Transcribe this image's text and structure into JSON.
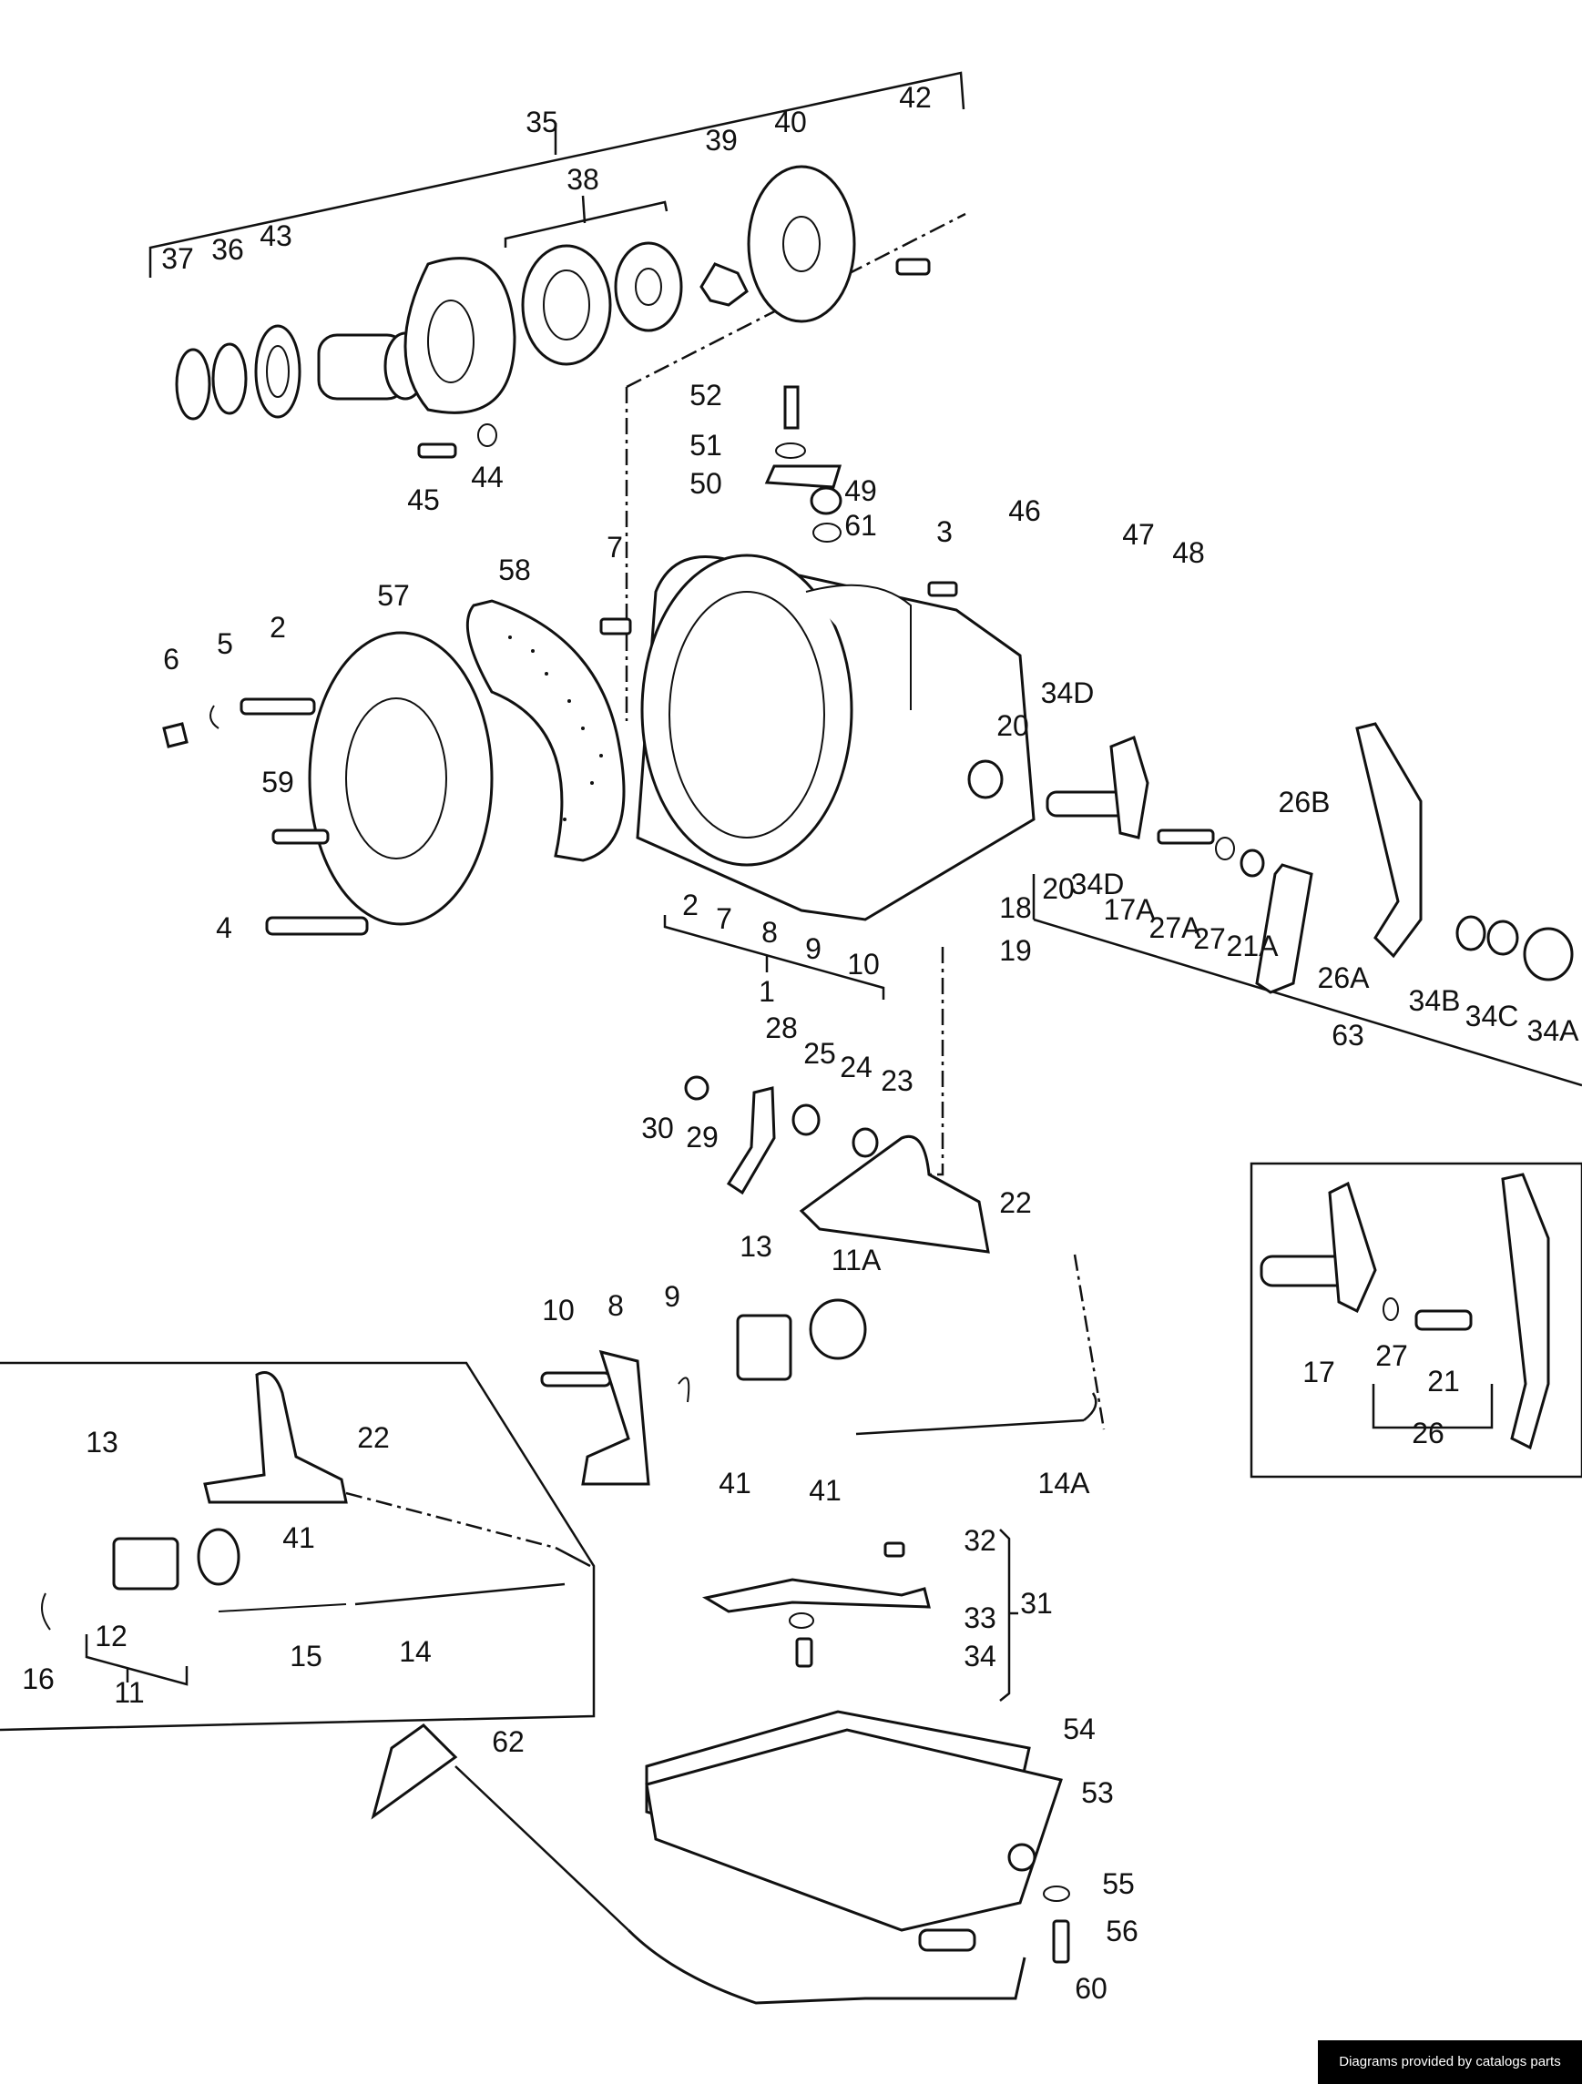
{
  "credit": "Diagrams provided by catalogs parts",
  "callouts": [
    {
      "id": "c35",
      "text": "35"
    },
    {
      "id": "c38",
      "text": "38"
    },
    {
      "id": "c39",
      "text": "39"
    },
    {
      "id": "c40",
      "text": "40"
    },
    {
      "id": "c42",
      "text": "42"
    },
    {
      "id": "c37",
      "text": "37"
    },
    {
      "id": "c36",
      "text": "36"
    },
    {
      "id": "c43",
      "text": "43"
    },
    {
      "id": "c44",
      "text": "44"
    },
    {
      "id": "c45",
      "text": "45"
    },
    {
      "id": "c52",
      "text": "52"
    },
    {
      "id": "c51",
      "text": "51"
    },
    {
      "id": "c50",
      "text": "50"
    },
    {
      "id": "c49",
      "text": "49"
    },
    {
      "id": "c61",
      "text": "61"
    },
    {
      "id": "c7a",
      "text": "7"
    },
    {
      "id": "c3",
      "text": "3"
    },
    {
      "id": "c46",
      "text": "46"
    },
    {
      "id": "c47",
      "text": "47"
    },
    {
      "id": "c48",
      "text": "48"
    },
    {
      "id": "c58",
      "text": "58"
    },
    {
      "id": "c57",
      "text": "57"
    },
    {
      "id": "c2a",
      "text": "2"
    },
    {
      "id": "c5",
      "text": "5"
    },
    {
      "id": "c6",
      "text": "6"
    },
    {
      "id": "c59",
      "text": "59"
    },
    {
      "id": "c4",
      "text": "4"
    },
    {
      "id": "c34D",
      "text": "34D"
    },
    {
      "id": "c20a",
      "text": "20"
    },
    {
      "id": "c26B",
      "text": "26B"
    },
    {
      "id": "c20b",
      "text": "20"
    },
    {
      "id": "c34Db",
      "text": "34D"
    },
    {
      "id": "c17A",
      "text": "17A"
    },
    {
      "id": "c27A",
      "text": "27A"
    },
    {
      "id": "c27a",
      "text": "27"
    },
    {
      "id": "c21A",
      "text": "21A"
    },
    {
      "id": "c26A",
      "text": "26A"
    },
    {
      "id": "c34B",
      "text": "34B"
    },
    {
      "id": "c34C",
      "text": "34C"
    },
    {
      "id": "c34A",
      "text": "34A"
    },
    {
      "id": "c63",
      "text": "63"
    },
    {
      "id": "c2b",
      "text": "2"
    },
    {
      "id": "c7b",
      "text": "7"
    },
    {
      "id": "c8a",
      "text": "8"
    },
    {
      "id": "c9a",
      "text": "9"
    },
    {
      "id": "c10a",
      "text": "10"
    },
    {
      "id": "c1",
      "text": "1"
    },
    {
      "id": "c18",
      "text": "18"
    },
    {
      "id": "c19",
      "text": "19"
    },
    {
      "id": "c28",
      "text": "28"
    },
    {
      "id": "c25",
      "text": "25"
    },
    {
      "id": "c24",
      "text": "24"
    },
    {
      "id": "c23",
      "text": "23"
    },
    {
      "id": "c30",
      "text": "30"
    },
    {
      "id": "c29",
      "text": "29"
    },
    {
      "id": "c22a",
      "text": "22"
    },
    {
      "id": "c13a",
      "text": "13"
    },
    {
      "id": "c11A",
      "text": "11A"
    },
    {
      "id": "c10b",
      "text": "10"
    },
    {
      "id": "c8b",
      "text": "8"
    },
    {
      "id": "c9b",
      "text": "9"
    },
    {
      "id": "c41a",
      "text": "41"
    },
    {
      "id": "c41b",
      "text": "41"
    },
    {
      "id": "c14A",
      "text": "14A"
    },
    {
      "id": "c17",
      "text": "17"
    },
    {
      "id": "c27b",
      "text": "27"
    },
    {
      "id": "c21",
      "text": "21"
    },
    {
      "id": "c26",
      "text": "26"
    },
    {
      "id": "c22b",
      "text": "22"
    },
    {
      "id": "c13b",
      "text": "13"
    },
    {
      "id": "c41c",
      "text": "41"
    },
    {
      "id": "c12",
      "text": "12"
    },
    {
      "id": "c16",
      "text": "16"
    },
    {
      "id": "c11",
      "text": "11"
    },
    {
      "id": "c15",
      "text": "15"
    },
    {
      "id": "c14",
      "text": "14"
    },
    {
      "id": "c32",
      "text": "32"
    },
    {
      "id": "c31",
      "text": "31"
    },
    {
      "id": "c33",
      "text": "33"
    },
    {
      "id": "c34",
      "text": "34"
    },
    {
      "id": "c62",
      "text": "62"
    },
    {
      "id": "c54",
      "text": "54"
    },
    {
      "id": "c53",
      "text": "53"
    },
    {
      "id": "c55",
      "text": "55"
    },
    {
      "id": "c56",
      "text": "56"
    },
    {
      "id": "c60",
      "text": "60"
    }
  ]
}
